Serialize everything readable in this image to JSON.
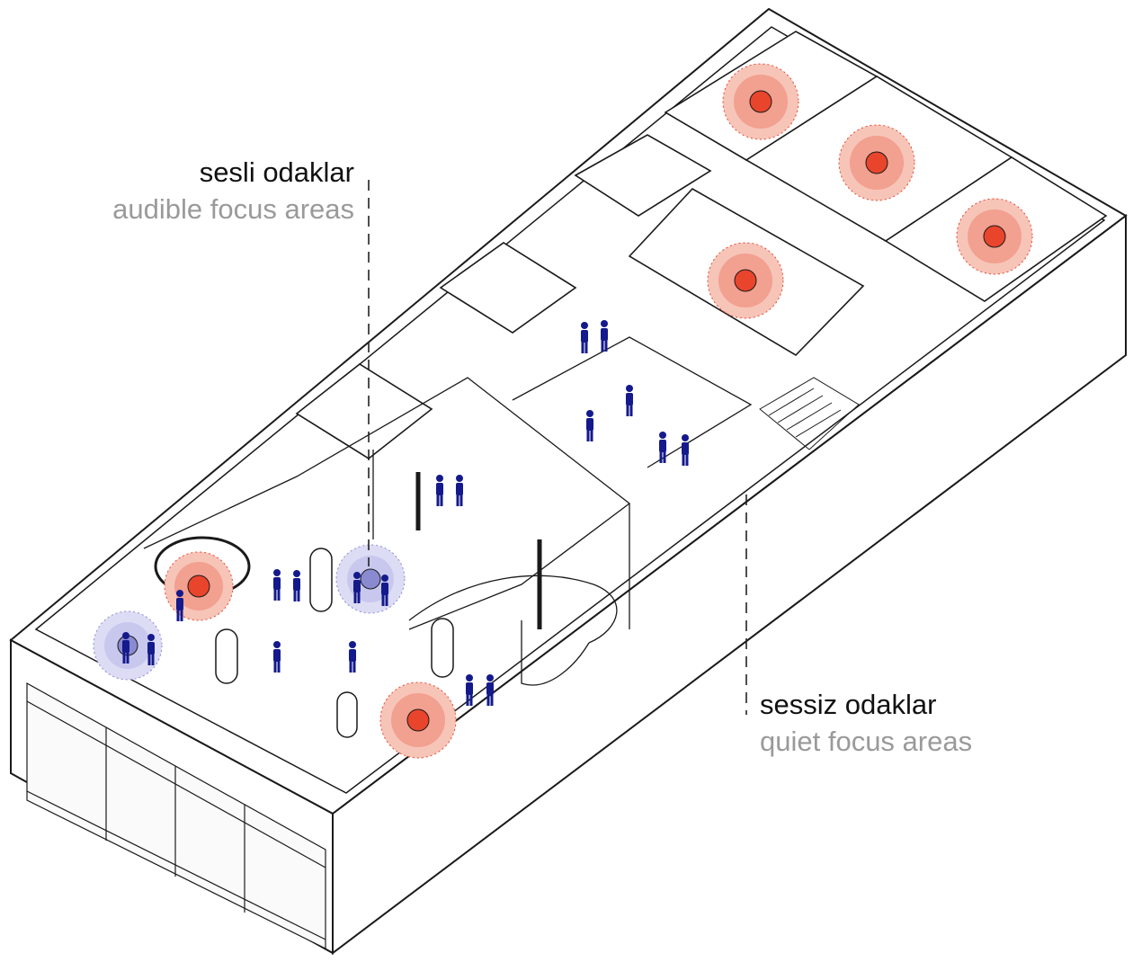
{
  "labels": {
    "audible": {
      "tr": "sesli odaklar",
      "en": "audible focus areas"
    },
    "quiet": {
      "tr": "sessiz odaklar",
      "en": "quiet focus areas"
    }
  },
  "legend": {
    "audible": {
      "name": "audible focus areas",
      "color": "#e8452c",
      "halo": "#f2a08f"
    },
    "quiet": {
      "name": "quiet focus areas",
      "color": "#8a8ad0",
      "halo": "#c8c8ee"
    }
  },
  "colors": {
    "line": "#1a1a1a",
    "wall_top": "#ffffff",
    "people": "#141a8c",
    "leader": "#222222"
  },
  "icons": [
    "person-figure-icon",
    "audible-focus-marker-icon",
    "quiet-focus-marker-icon"
  ]
}
